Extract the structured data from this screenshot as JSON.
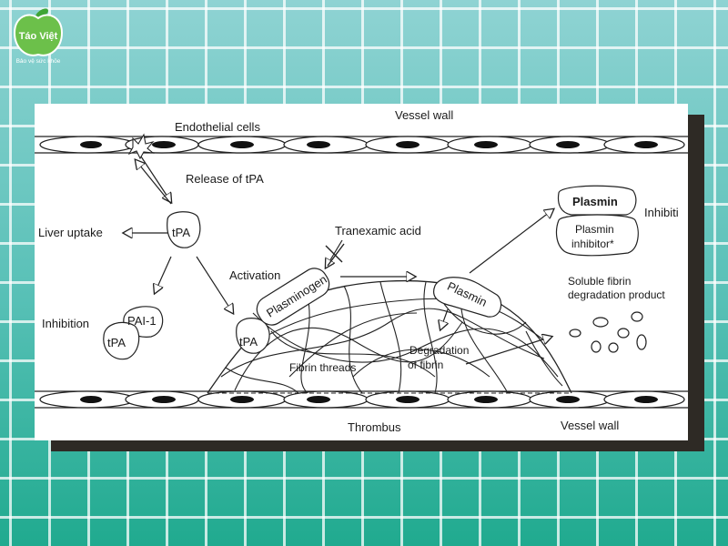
{
  "brand": {
    "name": "Táo Việt",
    "tagline": "Bảo vệ sức khỏe",
    "leaf_color": "#3fa535",
    "apple_color": "#6cc04a"
  },
  "diagram": {
    "labels": {
      "endothelial_cells": "Endothelial cells",
      "vessel_wall_top": "Vessel wall",
      "release_tpa": "Release of tPA",
      "liver_uptake": "Liver uptake",
      "tpa_free": "tPA",
      "inhibition": "Inhibition",
      "pai1": "PAI-1",
      "tpa_complex": "tPA",
      "activation": "Activation",
      "tpa_bound": "tPA",
      "plasminogen": "Plasminogen",
      "tranexamic_acid": "Tranexamic acid",
      "plasmin_bound": "Plasmin",
      "plasmin_top": "Plasmin",
      "plasmin_inhibitor_line1": "Plasmin",
      "plasmin_inhibitor_line2": "inhibitor*",
      "inhibition_right": "Inhibiti",
      "soluble_line1": "Soluble fibrin",
      "soluble_line2": "degradation product",
      "fibrin_threads": "Fibrin threads",
      "degradation_line1": "Degradation",
      "degradation_line2": "of fibrin",
      "thrombus": "Thrombus",
      "vessel_wall_bottom": "Vessel wall"
    }
  }
}
